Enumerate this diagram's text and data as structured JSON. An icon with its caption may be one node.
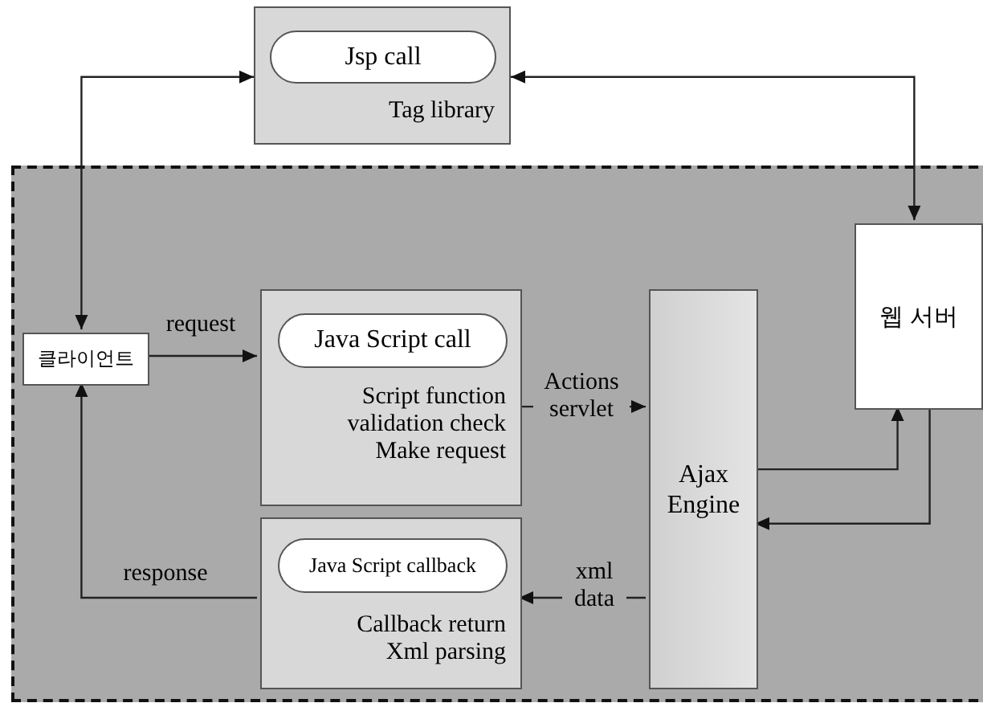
{
  "diagram": {
    "nodes": [
      {
        "text": [
          "Tag library"
        ]
      },
      {
        "text": [
          "Jsp call"
        ],
        "in": 0
      },
      {
        "text": [],
        "shape": "box"
      },
      {
        "text": [
          "클라이언트"
        ],
        "in": 2
      },
      {
        "text": [
          "Script function validation check Make request"
        ],
        "in": 2
      },
      {
        "text": [
          "Java Script call"
        ],
        "in": 4
      },
      {
        "text": [
          "Ajax Engine"
        ],
        "in": 2
      },
      {
        "text": [
          "웹 서버"
        ],
        "in": 2
      },
      {
        "text": [
          "Callback return Xml parsing"
        ],
        "in": 2
      },
      {
        "text": [
          "Java Script callback"
        ],
        "in": 8
      }
    ],
    "edges": [
      {
        "from": 3,
        "to": 0,
        "arrow": "both"
      },
      {
        "from": 7,
        "to": 0,
        "arrow": "both"
      },
      {
        "from": 3,
        "to": 4,
        "arrow": "to",
        "label": "request"
      },
      {
        "from": 4,
        "to": 6,
        "arrow": "to",
        "label": "Actions servlet"
      },
      {
        "from": 6,
        "to": 7,
        "arrow": "to"
      },
      {
        "from": 7,
        "to": 6,
        "arrow": "to"
      },
      {
        "from": 6,
        "to": 8,
        "arrow": "to",
        "label": "xml data"
      },
      {
        "from": 8,
        "to": 3,
        "arrow": "to",
        "label": "response"
      }
    ]
  }
}
